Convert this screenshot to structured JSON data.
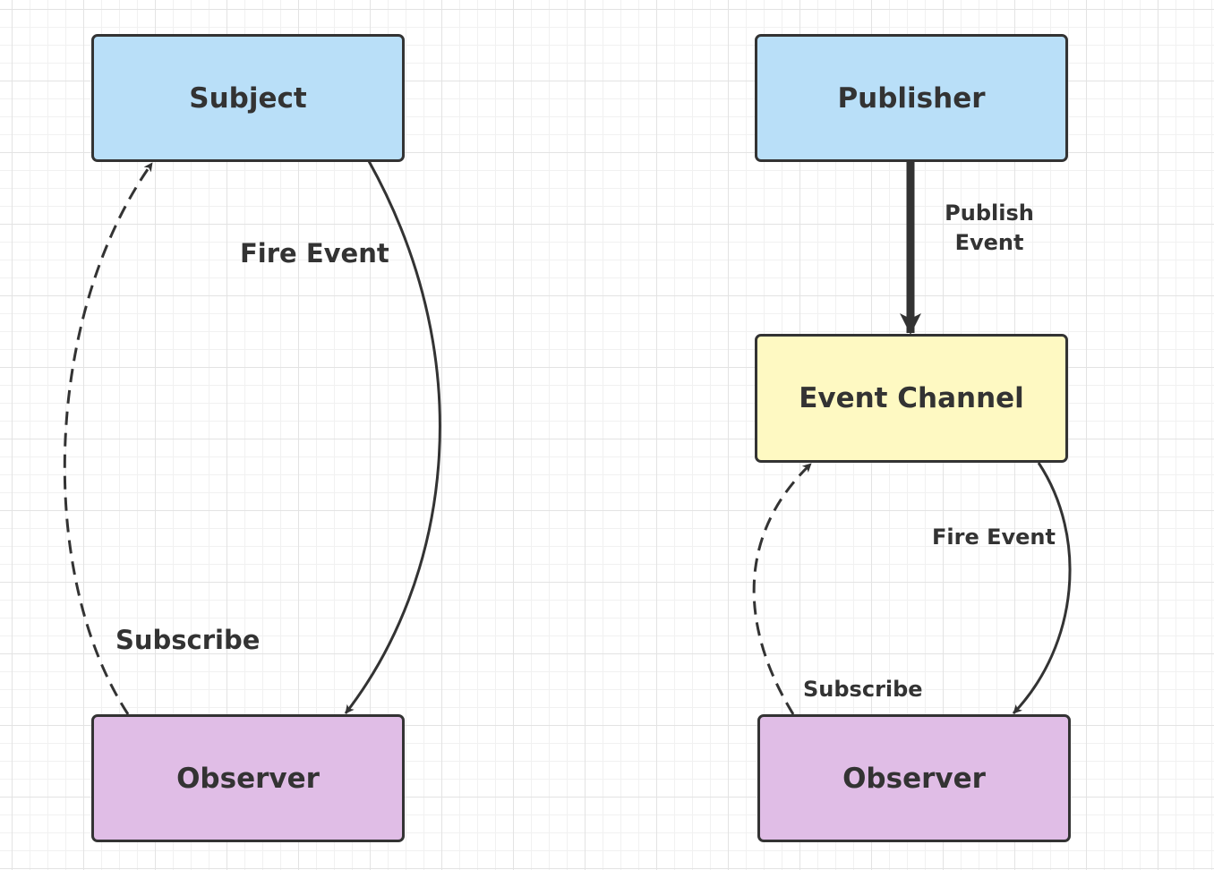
{
  "colors": {
    "stroke": "#333333",
    "subject_fill": "#b9dff8",
    "event_channel_fill": "#fef9c2",
    "observer_fill": "#e0bde6"
  },
  "observer_pattern": {
    "subject_label": "Subject",
    "observer_label": "Observer",
    "fire_event_label": "Fire Event",
    "subscribe_label": "Subscribe"
  },
  "pubsub_pattern": {
    "publisher_label": "Publisher",
    "event_channel_label": "Event Channel",
    "observer_label": "Observer",
    "publish_event_line1": "Publish",
    "publish_event_line2": "Event",
    "fire_event_label": "Fire Event",
    "subscribe_label": "Subscribe"
  }
}
